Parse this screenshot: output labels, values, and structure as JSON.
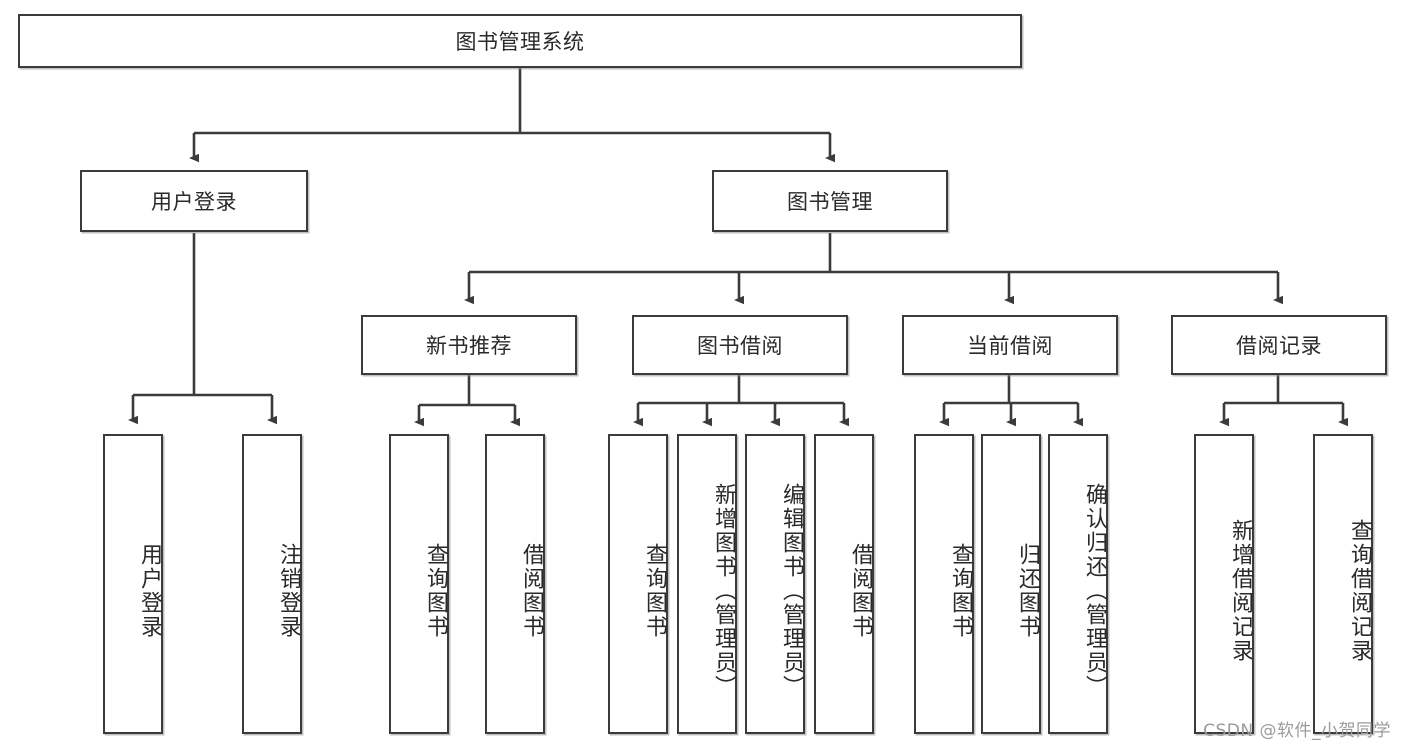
{
  "diagram": {
    "type": "tree-hierarchy-chart",
    "title": "图书管理系统",
    "colors": {
      "stroke": "#3b3b3b",
      "fill": "#ffffff",
      "text": "#2a2a2a",
      "watermark": "#9b9b9b"
    },
    "levels": {
      "root": {
        "label": "图书管理系统"
      },
      "level2": [
        {
          "label": "用户登录"
        },
        {
          "label": "图书管理"
        }
      ],
      "level3": [
        {
          "label": "新书推荐"
        },
        {
          "label": "图书借阅"
        },
        {
          "label": "当前借阅"
        },
        {
          "label": "借阅记录"
        }
      ],
      "leaves": {
        "user_login": [
          {
            "label": "用户登录"
          },
          {
            "label": "注销登录"
          }
        ],
        "new_book_recommend": [
          {
            "label": "查询图书"
          },
          {
            "label": "借阅图书"
          }
        ],
        "book_borrow": [
          {
            "label": "查询图书"
          },
          {
            "label": "新增图书（管理员）"
          },
          {
            "label": "编辑图书（管理员）"
          },
          {
            "label": "借阅图书"
          }
        ],
        "current_borrow": [
          {
            "label": "查询图书"
          },
          {
            "label": "归还图书"
          },
          {
            "label": "确认归还（管理员）"
          }
        ],
        "borrow_records": [
          {
            "label": "新增借阅记录"
          },
          {
            "label": "查询借阅记录"
          }
        ]
      }
    }
  },
  "watermark": {
    "text": "CSDN @软件_小贺同学"
  }
}
